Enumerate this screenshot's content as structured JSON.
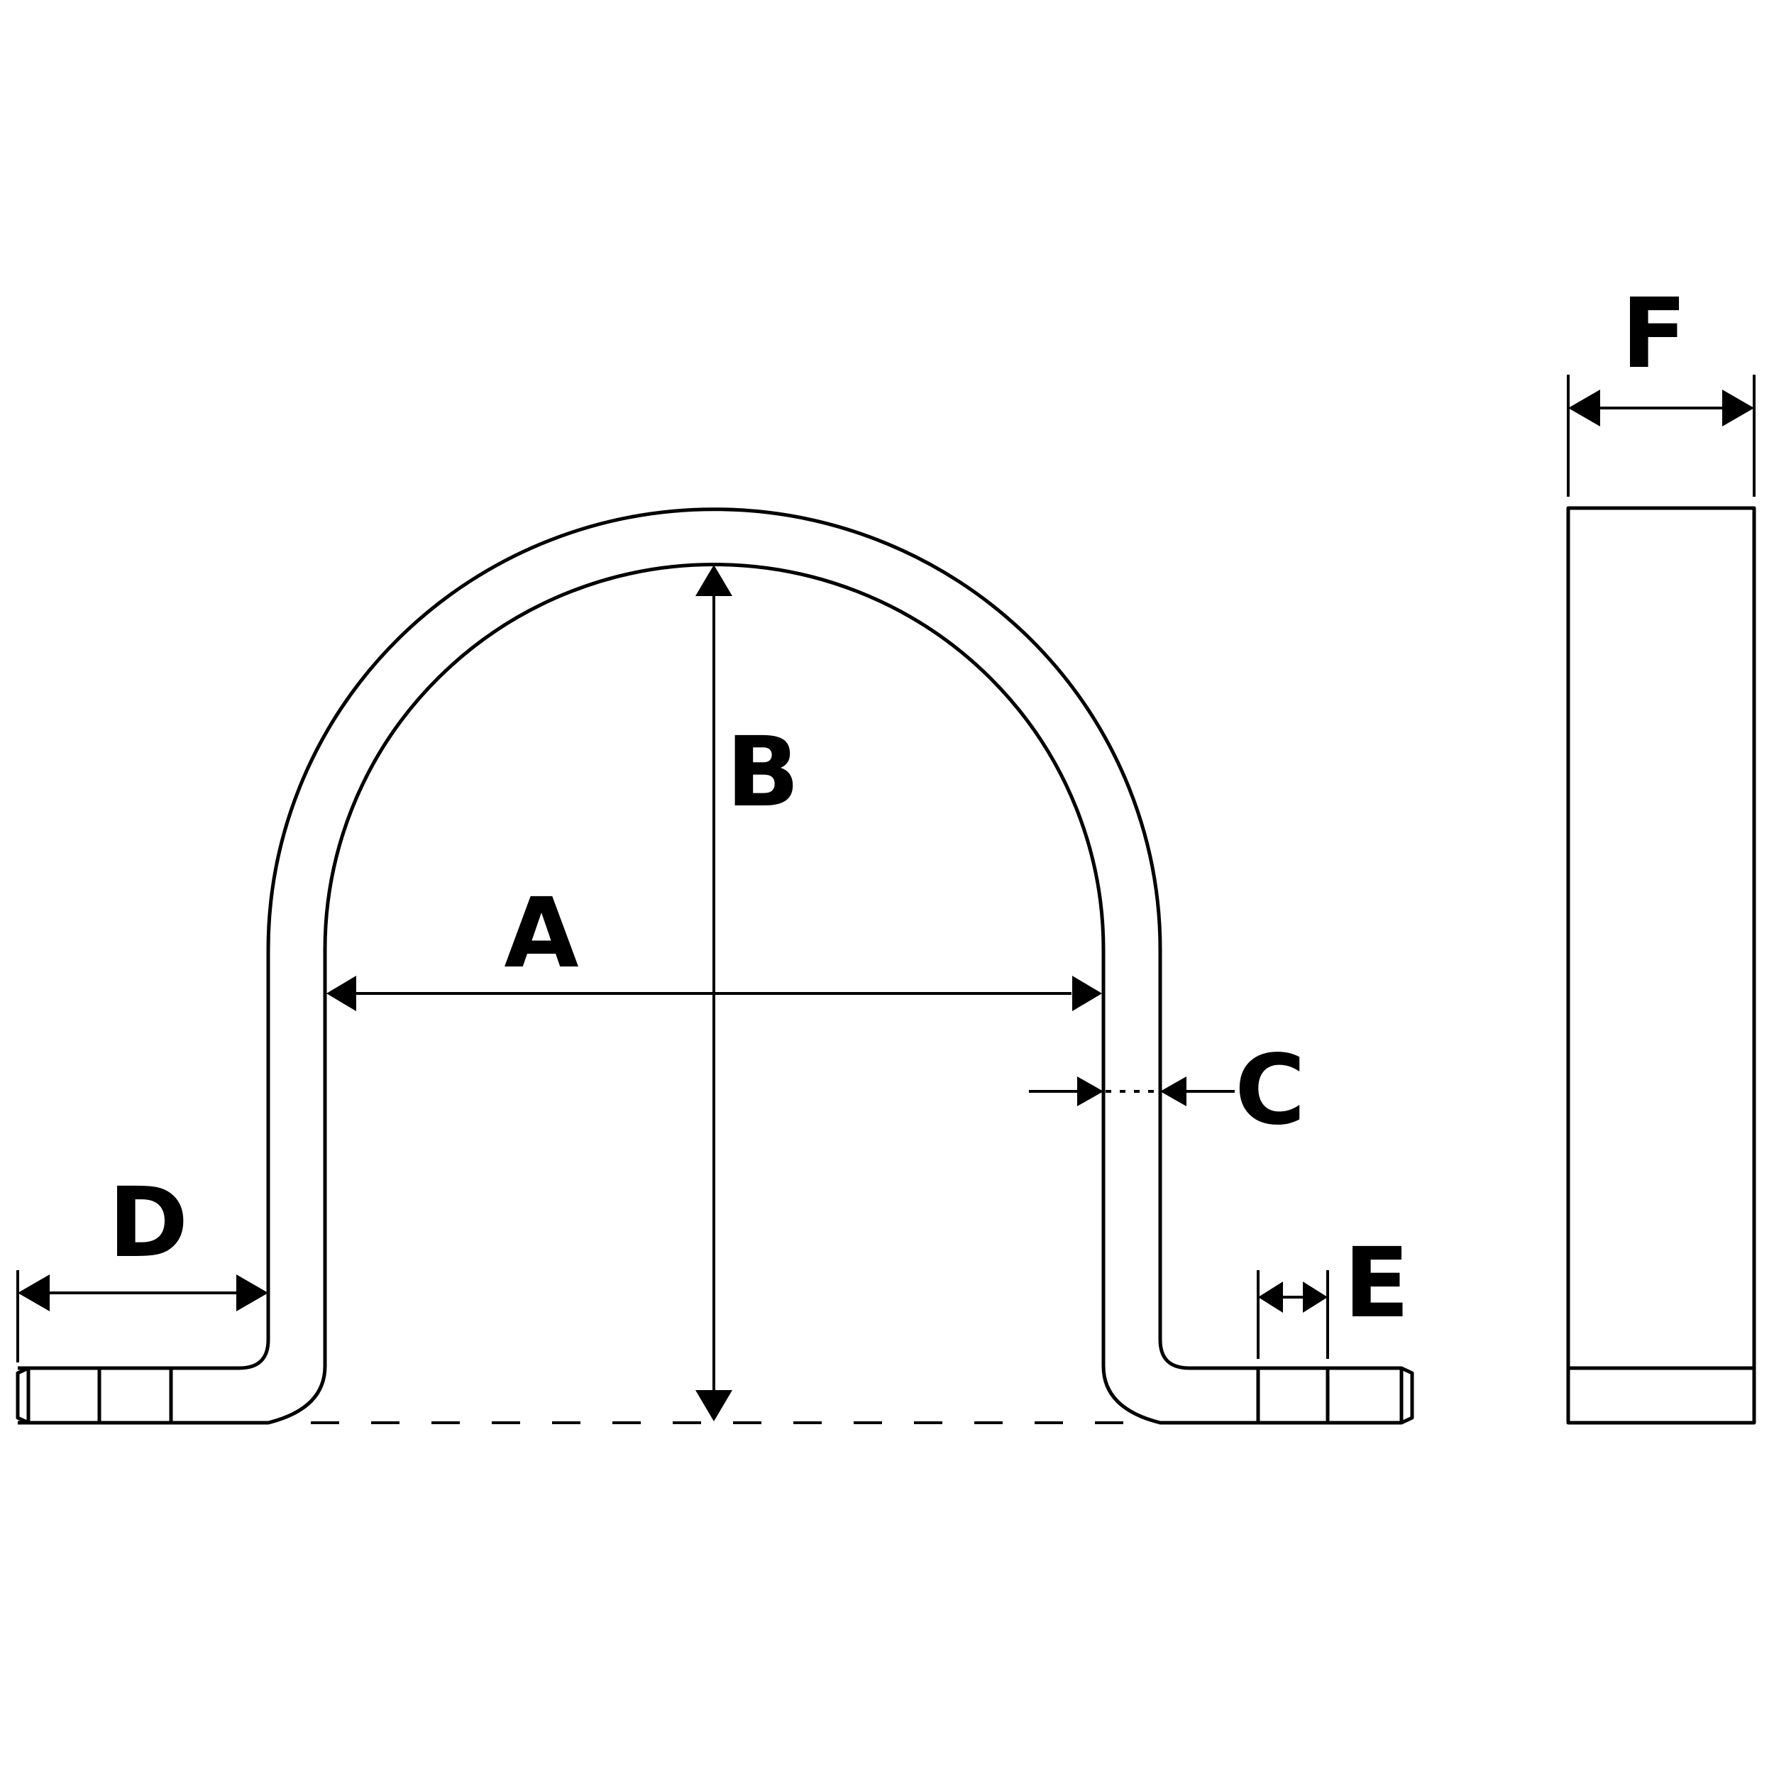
{
  "labels": {
    "a": "A",
    "b": "B",
    "c": "C",
    "d": "D",
    "e": "E",
    "f": "F"
  },
  "colors": {
    "line": "#000000",
    "background": "#ffffff"
  }
}
